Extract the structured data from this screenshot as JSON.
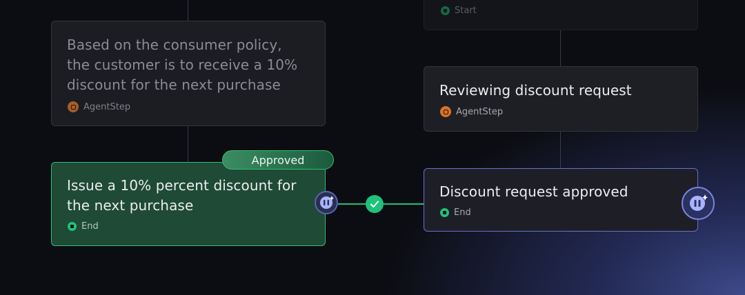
{
  "top_node": {
    "label": "Start"
  },
  "policy_card": {
    "text": "Based on the consumer policy, the customer is to receive a 10% discount for the next purchase",
    "meta": "AgentStep"
  },
  "issue_card": {
    "text": "Issue a 10% percent discount for the next purchase",
    "meta": "End",
    "badge": "Approved"
  },
  "reviewing_card": {
    "text": "Reviewing discount request",
    "meta": "AgentStep"
  },
  "approved_card": {
    "text": "Discount request approved",
    "meta": "End"
  },
  "colors": {
    "accent_green": "#1ec27a",
    "agent_orange": "#d7742a",
    "accent_purple": "#6a6fd0"
  },
  "icons": [
    "check-icon",
    "agent-bot-icon",
    "agent-step-icon",
    "end-icon"
  ]
}
